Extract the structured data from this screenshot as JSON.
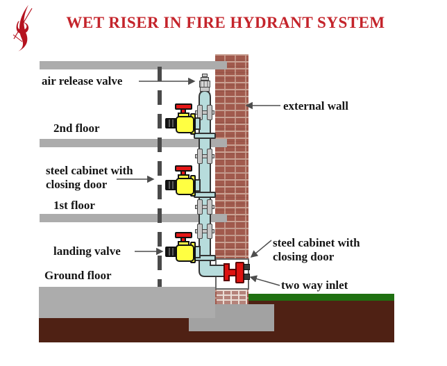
{
  "header": {
    "title": "WET RISER IN FIRE HYDRANT SYSTEM",
    "logo": "calligraphic-flourish-emblem"
  },
  "diagram": {
    "labels": {
      "air_release_valve": "air release valve",
      "second_floor": "2nd floor",
      "cabinet_left_line1": "steel cabinet with",
      "cabinet_left_line2": "closing door",
      "first_floor": "1st floor",
      "landing_valve": "landing valve",
      "ground_floor": "Ground floor",
      "external_wall": "external wall",
      "cabinet_right_line1": "steel cabinet with",
      "cabinet_right_line2": "closing door",
      "two_way_inlet": "two way inlet"
    },
    "components": {
      "riser_pipe": "wet-riser-pipe",
      "landing_valves": 3,
      "air_release_valve": "air-release-valve",
      "two_way_inlet": "two-way-breeching-inlet",
      "external_wall": "brick-wall",
      "cabinet_front": "dashed-cabinet-door-line"
    }
  },
  "colors": {
    "title_red": "#C4242B",
    "text_black": "#151515",
    "slab_gray": "#ACACAC",
    "foundation_gray": "#A2A2A2",
    "brick_red": "#A15A4D",
    "brick_mortar": "#C9A193",
    "brick_light": "#B5837A",
    "brick_light_mortar": "#EADDD5",
    "pipe_teal": "#B7DCDC",
    "pipe_outline": "#333333",
    "flange_gray": "#C6C6C6",
    "valve_yellow": "#FFFF42",
    "handle_red": "#E51717",
    "inlet_red": "#DE1210",
    "grass_green": "#1F7011",
    "soil_brown": "#4F2114",
    "leader_gray": "#4D4D4D",
    "dash_gray": "#4A4A4A",
    "cabinet_white": "#FFFFFF"
  }
}
